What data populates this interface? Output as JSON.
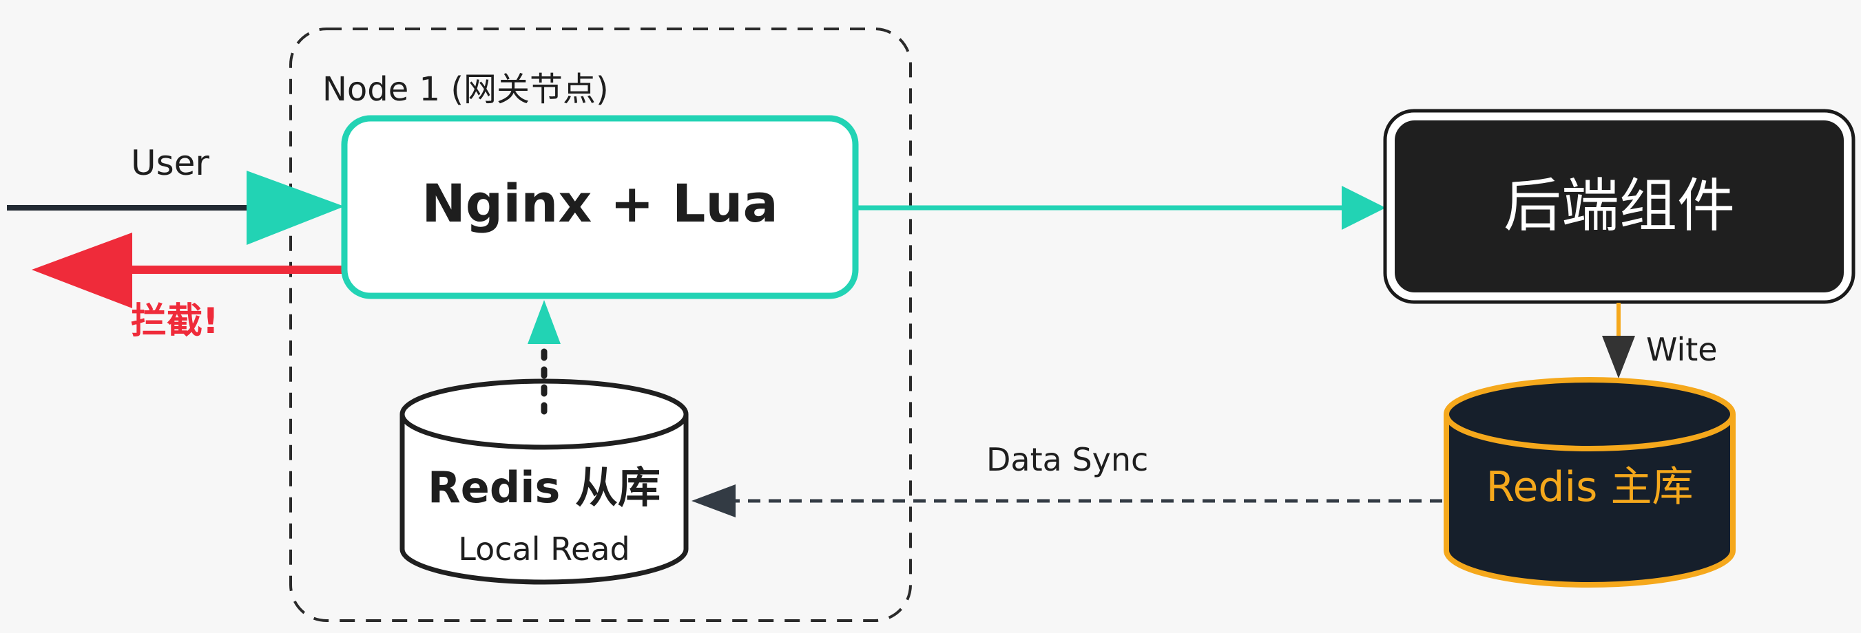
{
  "node": {
    "label": "Node 1 (网关节点)"
  },
  "gateway": {
    "label": "Nginx + Lua"
  },
  "backend": {
    "label": "后端组件"
  },
  "redis_replica": {
    "label": "Redis 从库",
    "sublabel": "Local Read"
  },
  "redis_master": {
    "label": "Redis 主库"
  },
  "edges": {
    "user": "User",
    "block": "拦截!",
    "write": "Wite",
    "sync": "Data Sync"
  },
  "colors": {
    "teal": "#22d3b4",
    "block_red": "#ef2b3a",
    "orange": "#f5a81c",
    "dark": "#1f1f1f",
    "ink": "#1e1e1e"
  }
}
